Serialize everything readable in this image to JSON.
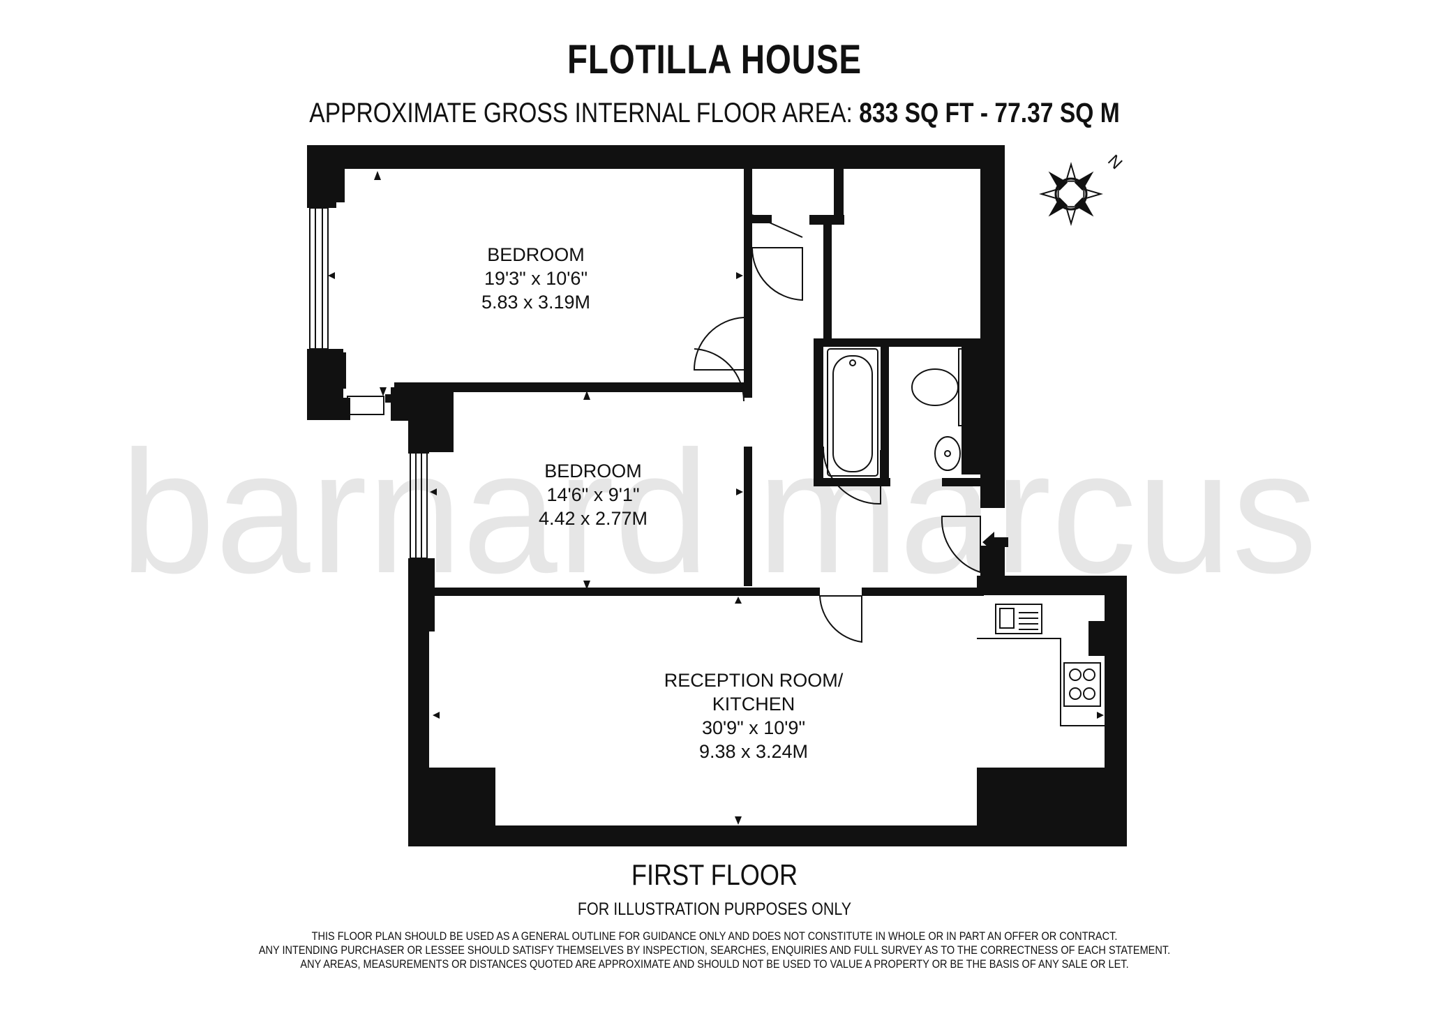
{
  "header": {
    "title": "FLOTILLA HOUSE",
    "area_prefix": "APPROXIMATE GROSS INTERNAL FLOOR AREA:",
    "area_sqft": "833 SQ FT",
    "area_sep": "-",
    "area_sqm": "77.37 SQ M"
  },
  "compass": {
    "north_label": "N"
  },
  "watermark": "barnard marcus",
  "rooms": {
    "bedroom1": {
      "name": "BEDROOM",
      "imperial": "19'3\" x 10'6\"",
      "metric": "5.83 x 3.19M"
    },
    "bedroom2": {
      "name": "BEDROOM",
      "imperial": "14'6\" x 9'1\"",
      "metric": "4.42 x 2.77M"
    },
    "reception": {
      "name_line1": "RECEPTION ROOM/",
      "name_line2": "KITCHEN",
      "imperial": "30'9\" x 10'9\"",
      "metric": "9.38 x 3.24M"
    }
  },
  "footer": {
    "floor": "FIRST FLOOR",
    "purposes": "FOR ILLUSTRATION PURPOSES ONLY",
    "disclaimer": [
      "THIS FLOOR PLAN SHOULD BE USED AS A GENERAL OUTLINE FOR GUIDANCE ONLY AND DOES NOT CONSTITUTE IN WHOLE OR IN PART AN OFFER OR CONTRACT.",
      "ANY INTENDING PURCHASER OR LESSEE SHOULD SATISFY THEMSELVES BY INSPECTION, SEARCHES, ENQUIRIES AND FULL SURVEY AS TO THE CORRECTNESS OF EACH STATEMENT.",
      "ANY AREAS, MEASUREMENTS OR DISTANCES QUOTED ARE APPROXIMATE AND SHOULD NOT BE USED TO VALUE A PROPERTY OR BE THE BASIS OF ANY SALE OR LET."
    ]
  },
  "colors": {
    "wall": "#111111",
    "watermark": "#e6e6e6",
    "background": "#ffffff"
  }
}
